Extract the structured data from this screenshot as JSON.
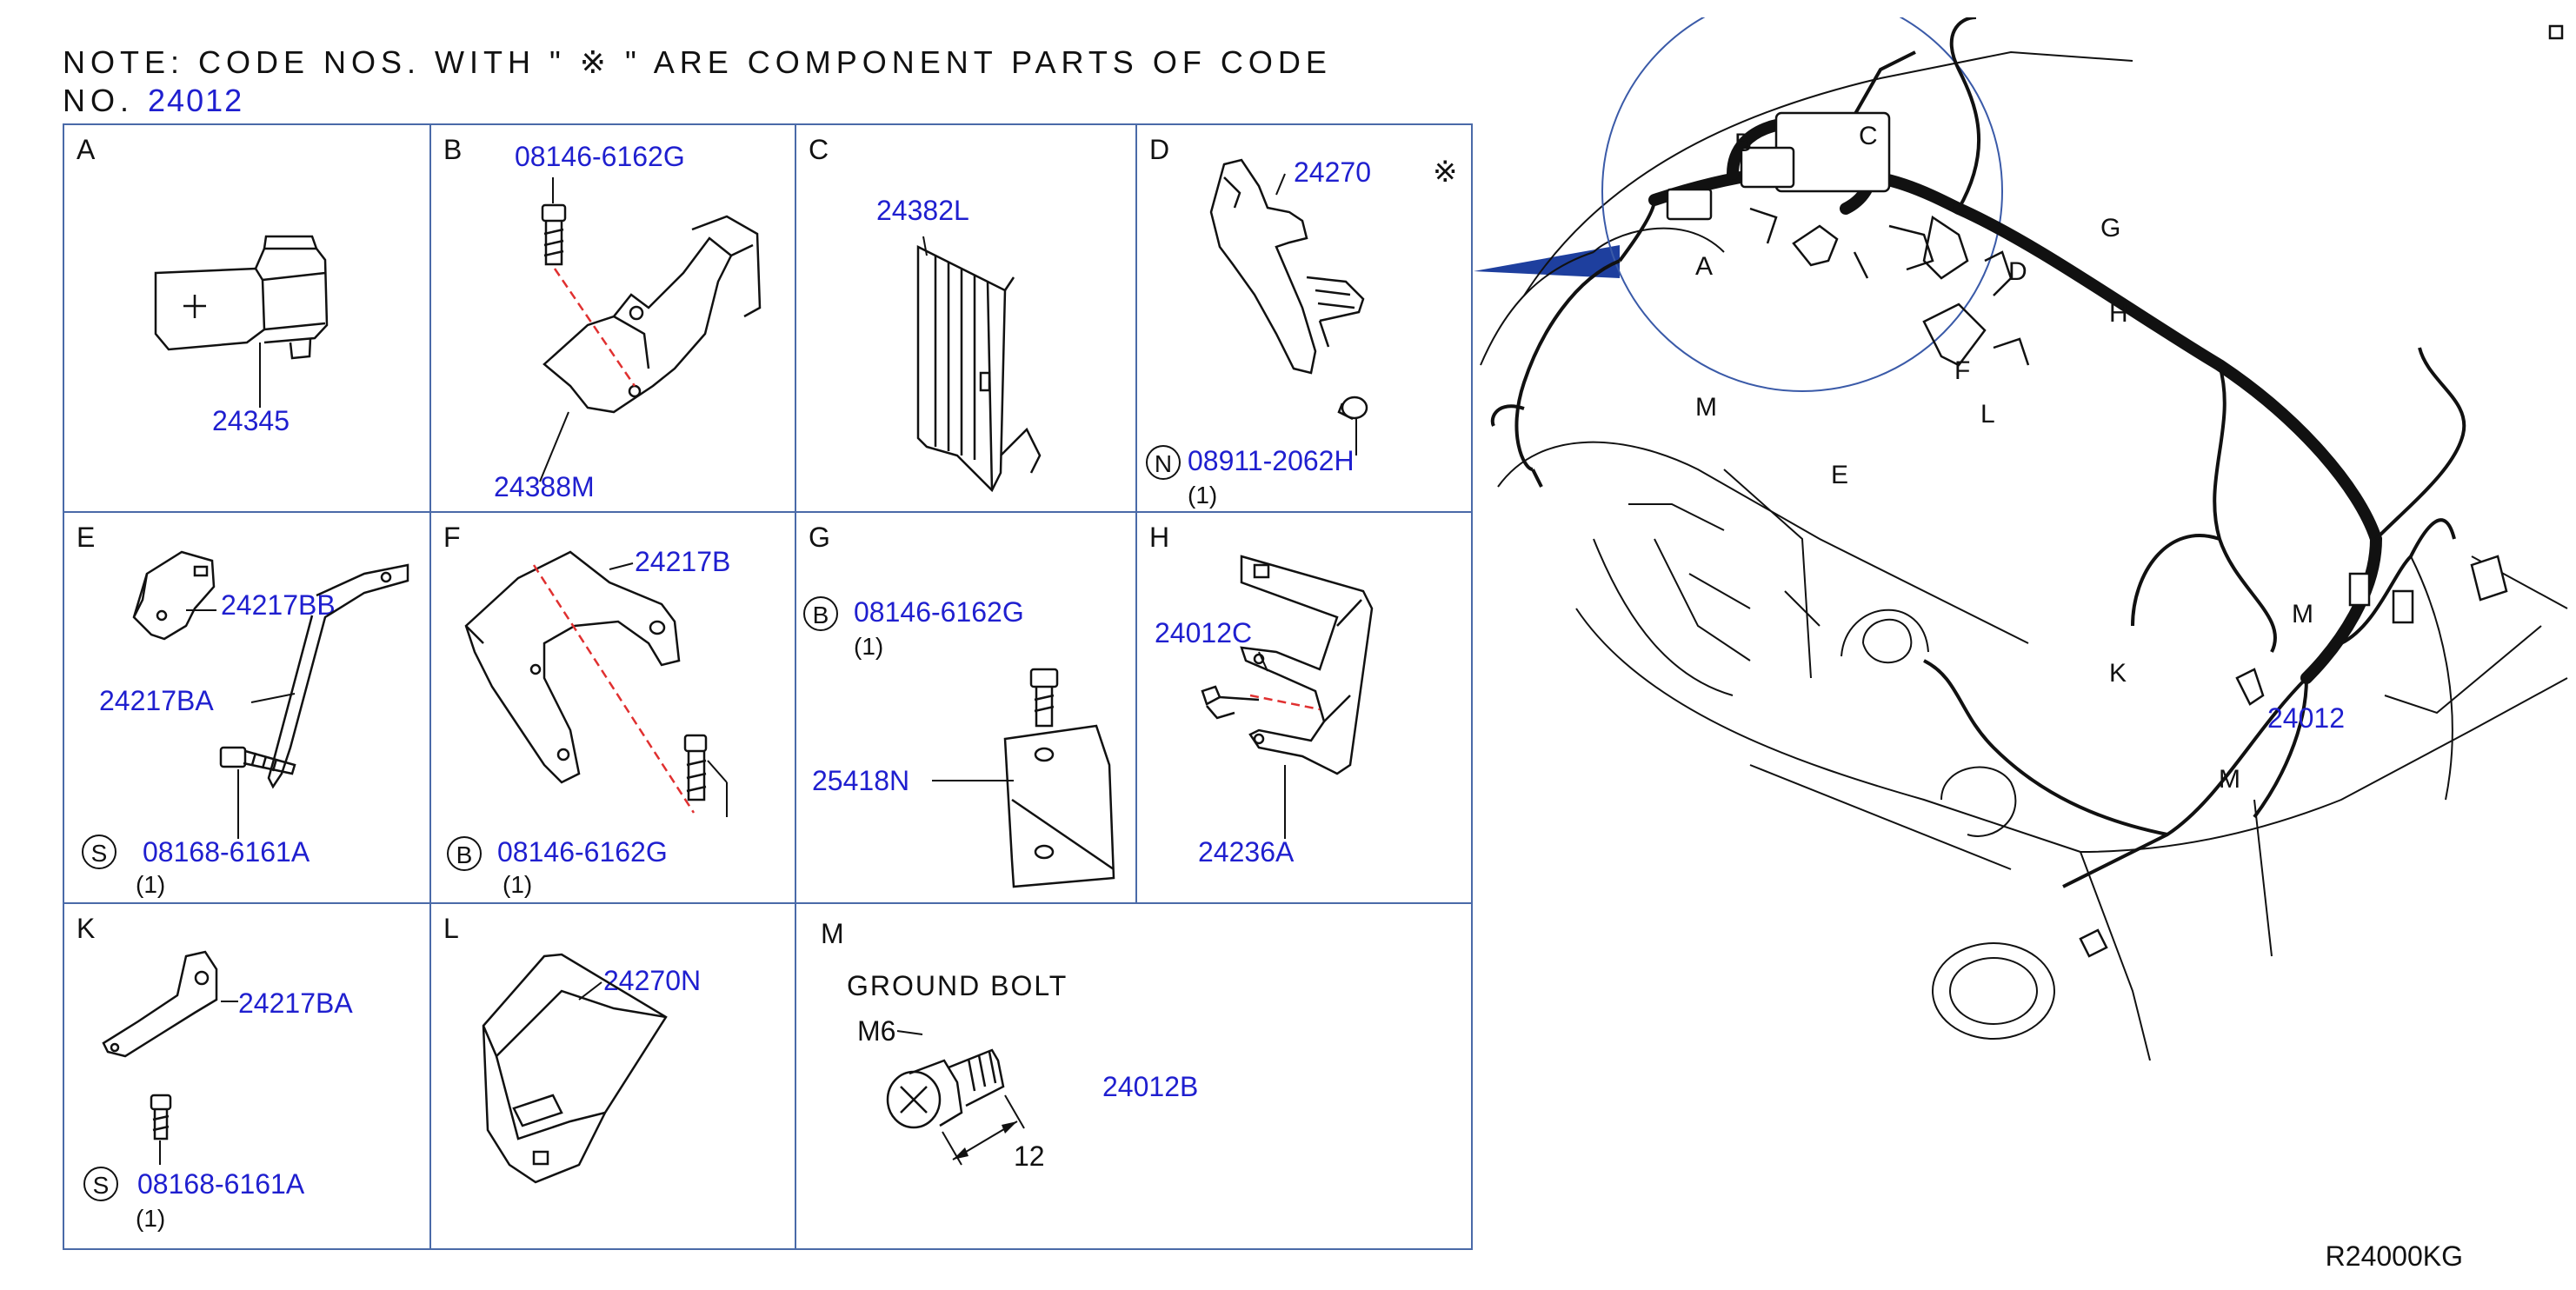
{
  "note": {
    "line1": "NOTE: CODE NOS. WITH \" ※ \" ARE COMPONENT PARTS OF CODE",
    "line2_prefix": "NO.",
    "line2_code": "24012"
  },
  "cells": {
    "A": {
      "letter": "A",
      "part": "24345"
    },
    "B": {
      "letter": "B",
      "part_top": "08146-6162G",
      "part_bottom": "24388M"
    },
    "C": {
      "letter": "C",
      "part": "24382L"
    },
    "D": {
      "letter": "D",
      "part": "24270",
      "mark": "※",
      "circle": "N",
      "bolt": "08911-2062H",
      "qty": "(1)"
    },
    "E": {
      "letter": "E",
      "part1": "24217BB",
      "part2": "24217BA",
      "circle": "S",
      "bolt": "08168-6161A",
      "qty": "(1)"
    },
    "F": {
      "letter": "F",
      "part": "24217B",
      "circle": "B",
      "bolt": "08146-6162G",
      "qty": "(1)"
    },
    "G": {
      "letter": "G",
      "circle": "B",
      "bolt": "08146-6162G",
      "qty": "(1)",
      "part": "25418N"
    },
    "H": {
      "letter": "H",
      "part1": "24012C",
      "part2": "24236A"
    },
    "K": {
      "letter": "K",
      "part": "24217BA",
      "circle": "S",
      "bolt": "08168-6161A",
      "qty": "(1)"
    },
    "L": {
      "letter": "L",
      "part": "24270N"
    },
    "M": {
      "letter": "M",
      "title": "GROUND BOLT",
      "size": "M6",
      "length": "12",
      "part": "24012B"
    }
  },
  "overview": {
    "labels": [
      "B",
      "C",
      "G",
      "A",
      "D",
      "H",
      "F",
      "M",
      "L",
      "E",
      "M",
      "K",
      "M"
    ],
    "part": "24012"
  },
  "reference": "R24000KG",
  "colors": {
    "part_number": "#1f1fcf",
    "frame": "#4a6aa8",
    "leader": "#e03030",
    "highlight": "#1e3f9e"
  }
}
